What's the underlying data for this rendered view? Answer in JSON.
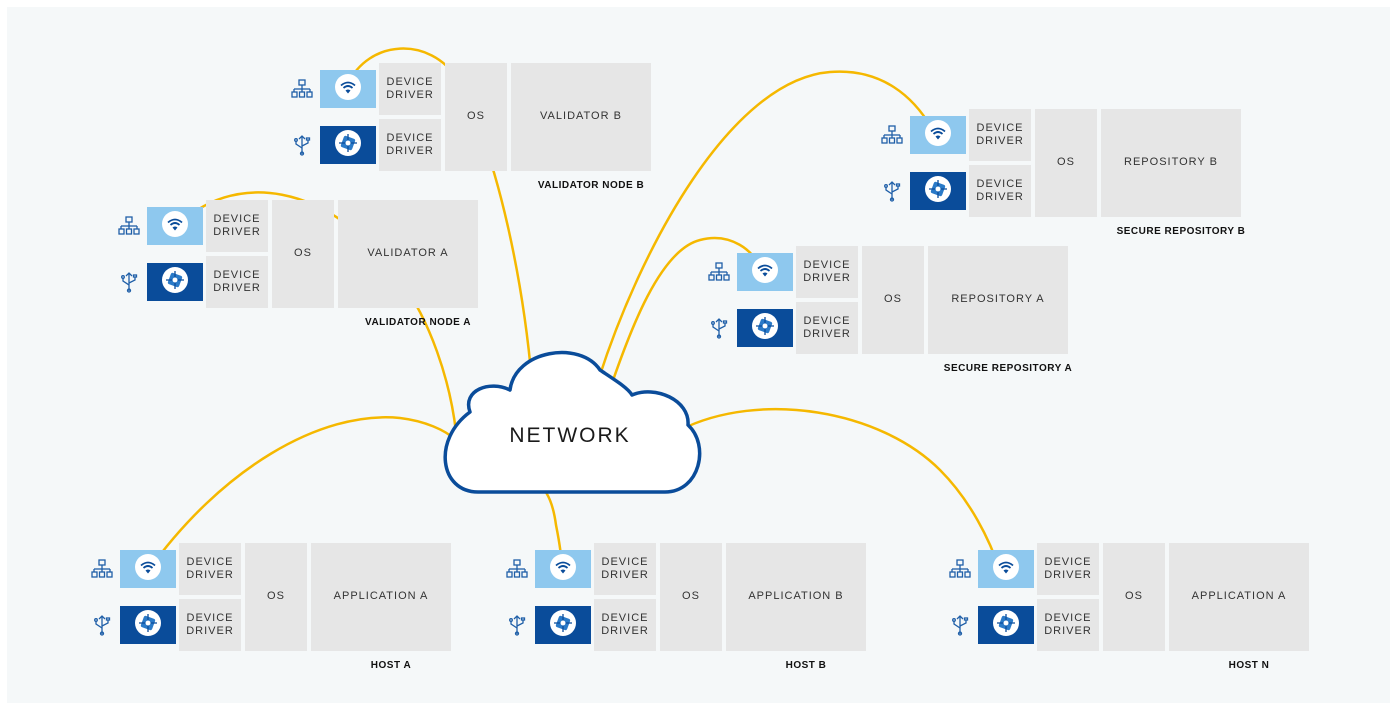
{
  "cloud": {
    "label": "NETWORK"
  },
  "colors": {
    "link": "#f5b800",
    "cloud_stroke": "#0a4c9a",
    "wifi_card": "#8ec8ee",
    "usb_card": "#0a4c9a",
    "cell": "#e6e6e6"
  },
  "icons": {
    "network": "network-tree-icon",
    "usb": "usb-icon",
    "wifi": "wifi-icon",
    "device": "device-chip-icon"
  },
  "nodes": [
    {
      "id": "validator-b",
      "driver_top": "DEVICE\nDRIVER",
      "driver_bottom": "DEVICE\nDRIVER",
      "os": "OS",
      "app": "VALIDATOR B",
      "label": "VALIDATOR NODE B"
    },
    {
      "id": "validator-a",
      "driver_top": "DEVICE\nDRIVER",
      "driver_bottom": "DEVICE\nDRIVER",
      "os": "OS",
      "app": "VALIDATOR A",
      "label": "VALIDATOR NODE A"
    },
    {
      "id": "repo-b",
      "driver_top": "DEVICE\nDRIVER",
      "driver_bottom": "DEVICE\nDRIVER",
      "os": "OS",
      "app": "REPOSITORY B",
      "label": "SECURE REPOSITORY B"
    },
    {
      "id": "repo-a",
      "driver_top": "DEVICE\nDRIVER",
      "driver_bottom": "DEVICE\nDRIVER",
      "os": "OS",
      "app": "REPOSITORY A",
      "label": "SECURE REPOSITORY A"
    },
    {
      "id": "host-a",
      "driver_top": "DEVICE\nDRIVER",
      "driver_bottom": "DEVICE\nDRIVER",
      "os": "OS",
      "app": "APPLICATION A",
      "label": "HOST A"
    },
    {
      "id": "host-b",
      "driver_top": "DEVICE\nDRIVER",
      "driver_bottom": "DEVICE\nDRIVER",
      "os": "OS",
      "app": "APPLICATION B",
      "label": "HOST B"
    },
    {
      "id": "host-n",
      "driver_top": "DEVICE\nDRIVER",
      "driver_bottom": "DEVICE\nDRIVER",
      "os": "OS",
      "app": "APPLICATION A",
      "label": "HOST N"
    }
  ]
}
